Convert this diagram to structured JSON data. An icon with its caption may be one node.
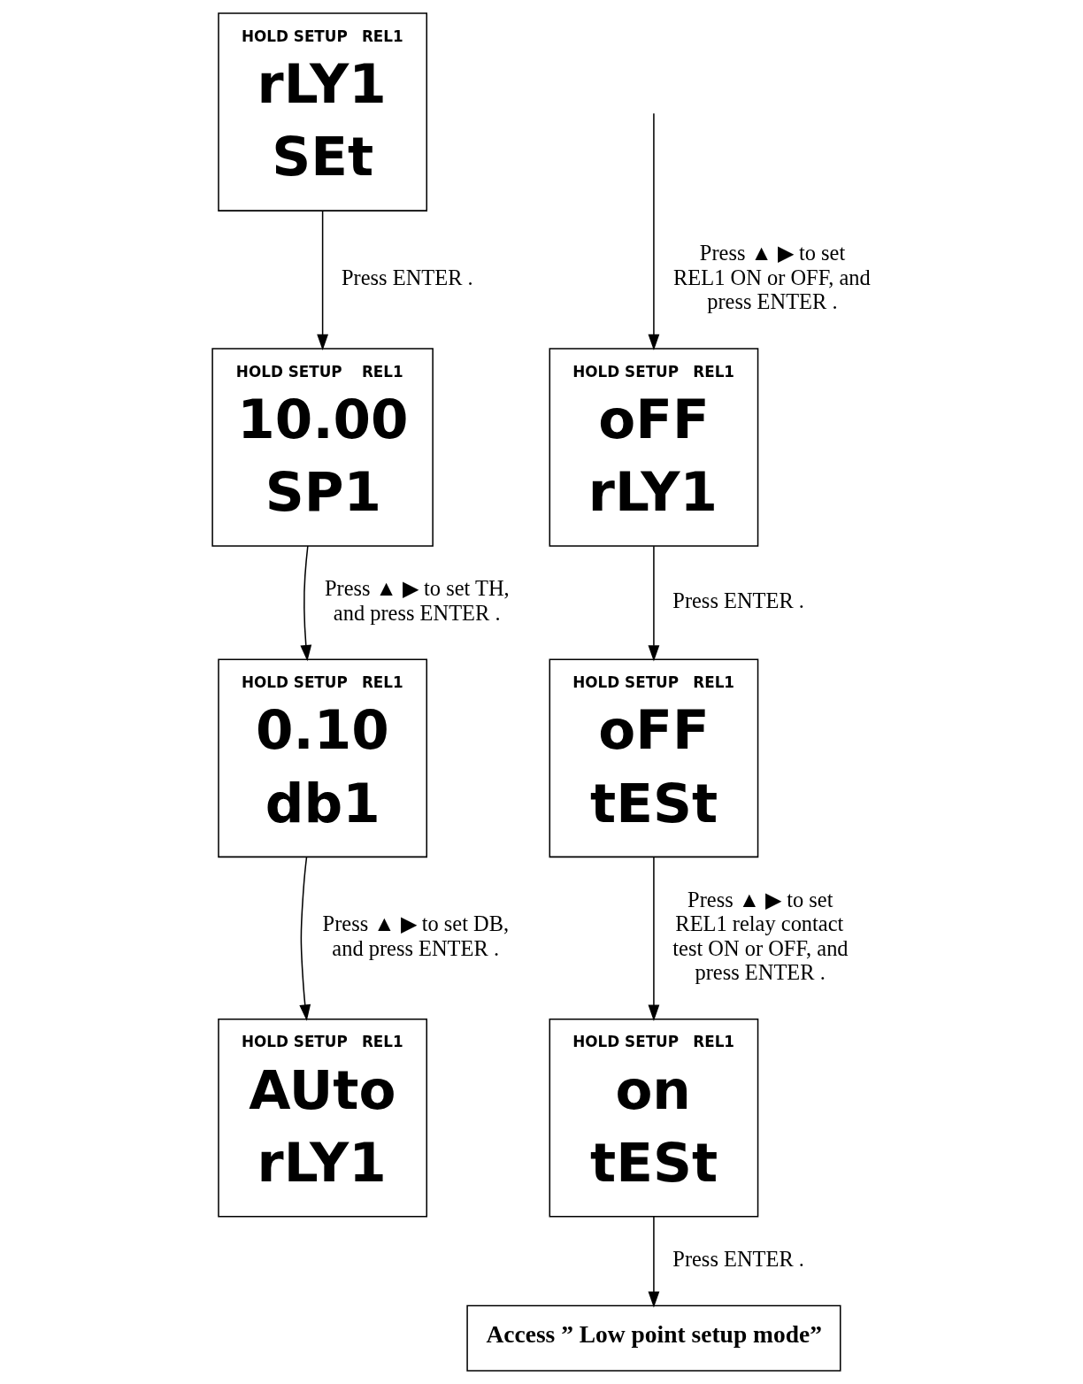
{
  "diagram": {
    "nodes": [
      {
        "text": [
          "HOLD SETUP",
          "REL1",
          "rLY1",
          "SEt"
        ]
      },
      {
        "text": [
          "HOLD SETUP",
          "REL1",
          "10.00",
          "SP1"
        ]
      },
      {
        "text": [
          "HOLD SETUP",
          "REL1",
          "0.10",
          "db1"
        ]
      },
      {
        "text": [
          "HOLD SETUP",
          "REL1",
          "AUto",
          "rLY1"
        ]
      },
      {
        "text": [
          "HOLD SETUP",
          "REL1",
          "oFF",
          "rLY1"
        ]
      },
      {
        "text": [
          "HOLD SETUP",
          "REL1",
          "oFF",
          "tESt"
        ]
      },
      {
        "text": [
          "HOLD SETUP",
          "REL1",
          "on",
          "tESt"
        ]
      },
      {
        "text": [
          "Access ” Low point setup mode”"
        ]
      }
    ],
    "edges": [
      {
        "from": 0,
        "to": 1,
        "arrow": "to",
        "label": "Press ENTER ."
      },
      {
        "from": 1,
        "to": 2,
        "arrow": "to",
        "label": "Press ▲ ▶ to set TH, and press ENTER ."
      },
      {
        "from": 2,
        "to": 3,
        "arrow": "to",
        "label": "Press ▲ ▶ to set DB, and press ENTER ."
      },
      {
        "from": null,
        "to": 4,
        "arrow": "to",
        "label": "Press ▲ ▶ to set REL1 ON or OFF, and press ENTER ."
      },
      {
        "from": 4,
        "to": 5,
        "arrow": "to",
        "label": "Press ENTER ."
      },
      {
        "from": 5,
        "to": 6,
        "arrow": "to",
        "label": "Press ▲ ▶ to set REL1 relay contact test ON or OFF, and press ENTER ."
      },
      {
        "from": 6,
        "to": 7,
        "arrow": "to",
        "label": "Press ENTER ."
      }
    ]
  }
}
